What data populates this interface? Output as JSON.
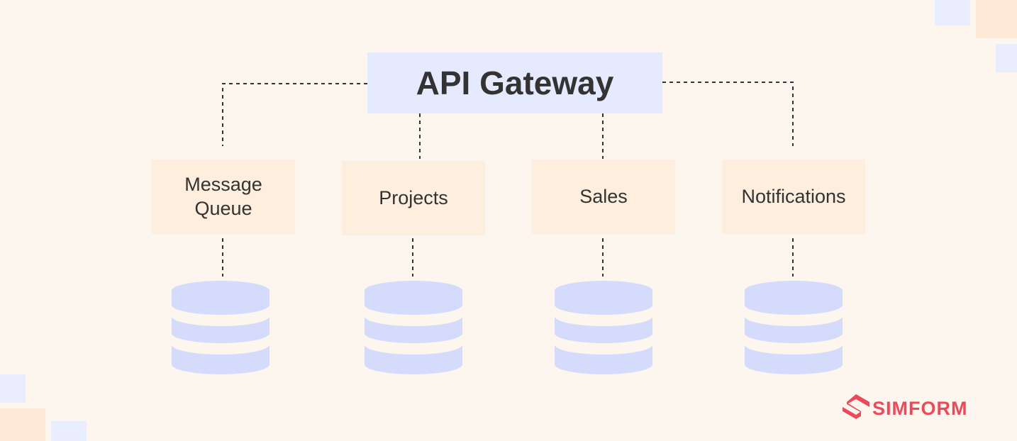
{
  "gateway": {
    "label": "API Gateway"
  },
  "services": [
    {
      "label": "Message\nQueue"
    },
    {
      "label": "Projects"
    },
    {
      "label": "Sales"
    },
    {
      "label": "Notifications"
    }
  ],
  "brand": {
    "name": "SIMFORM",
    "color": "#ec4a5a"
  },
  "colors": {
    "background": "#fdf6ef",
    "gateway_fill": "#e5eaff",
    "service_fill": "#fdeede",
    "database_fill": "#d5dcfb",
    "text": "#333333",
    "connector": "#333333"
  },
  "icons": [
    "database-icon",
    "simform-logo-icon"
  ]
}
